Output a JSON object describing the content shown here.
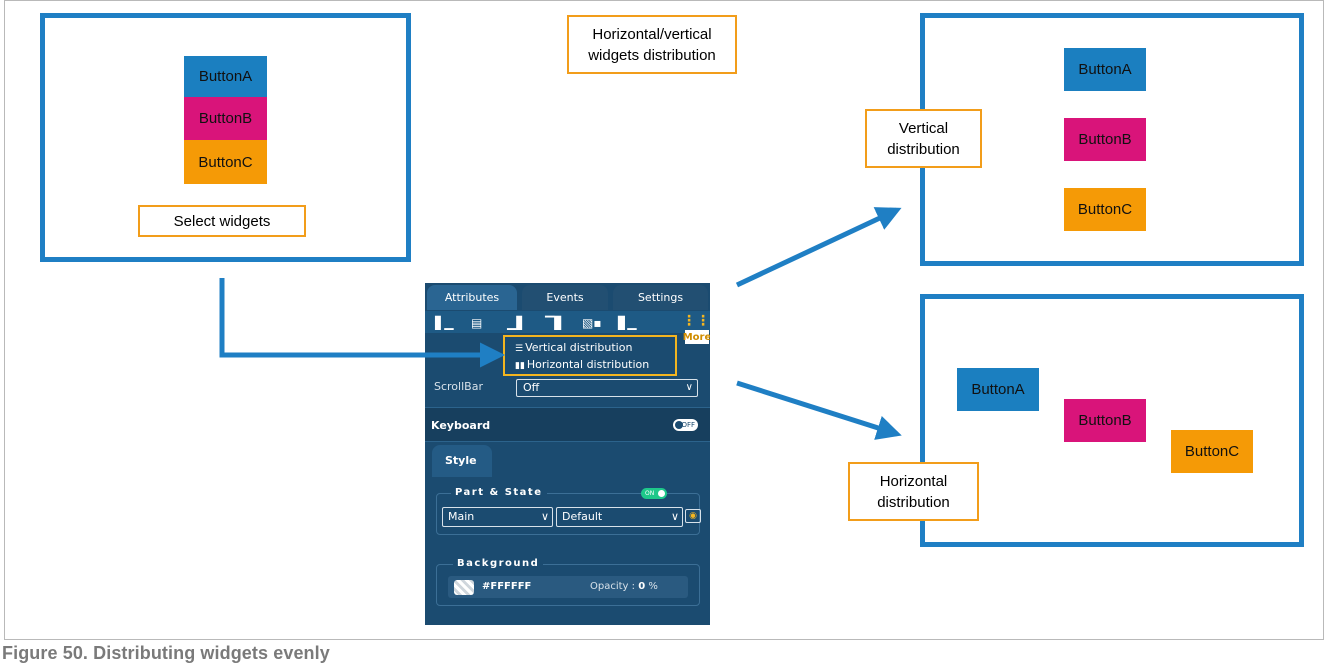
{
  "diagram": {
    "title_callout": "Horizontal/vertical\nwidgets distribution",
    "select_callout": "Select widgets",
    "vertical_callout": "Vertical\ndistribution",
    "horizontal_callout": "Horizontal\ndistribution",
    "buttons": {
      "a": "ButtonA",
      "b": "ButtonB",
      "c": "ButtonC"
    },
    "colors": {
      "frame_blue": "#1f7fc4",
      "callout_orange": "#f29d1a",
      "button_a": "#1b7fc0",
      "button_b": "#d9147a",
      "button_c": "#f59a06"
    }
  },
  "panel": {
    "tabs": [
      "Attributes",
      "Events",
      "Settings"
    ],
    "toolbar_icons": [
      "align-left-icon",
      "align-center-icon",
      "align-right-icon",
      "align-top-icon",
      "align-middle-icon",
      "align-bottom-icon",
      "more-grid-icon"
    ],
    "more_label": "More",
    "menu": {
      "vertical": "Vertical distribution",
      "horizontal": "Horizontal distribution"
    },
    "scrollbar": {
      "label": "ScrollBar",
      "value": "Off"
    },
    "keyboard": {
      "label": "Keyboard",
      "toggle": "OFF"
    },
    "style_tab": "Style",
    "part_state": {
      "legend": "Part & State",
      "toggle": "ON",
      "part": "Main",
      "state": "Default"
    },
    "background": {
      "legend": "Background",
      "color": "#FFFFFF",
      "opacity_label": "Opacity :",
      "opacity_value": "0",
      "opacity_unit": "%"
    }
  },
  "caption": "Figure 50.  Distributing widgets evenly"
}
